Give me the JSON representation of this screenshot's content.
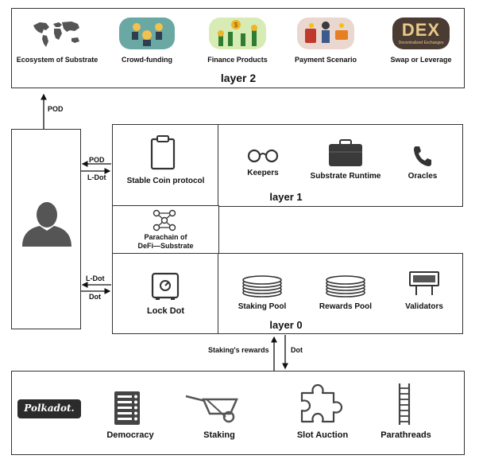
{
  "layer2": {
    "title": "layer 2",
    "items": [
      {
        "label": "Ecosystem of Substrate",
        "icon": "world-map-icon"
      },
      {
        "label": "Crowd-funding",
        "icon": "crowdfunding-icon"
      },
      {
        "label": "Finance Products",
        "icon": "finance-products-icon"
      },
      {
        "label": "Payment Scenario",
        "icon": "payment-scenario-icon"
      },
      {
        "label": "Swap or Leverage",
        "icon": "dex-logo-icon",
        "logo_text": "DEX",
        "logo_subtext": "Decentralized Exchanges"
      }
    ]
  },
  "user": {
    "icon": "user-avatar-icon"
  },
  "arrows": {
    "pod_up": "POD",
    "pod_left": "POD",
    "ldot_right_top": "L-Dot",
    "ldot_left_bottom": "L-Dot",
    "dot_right_bottom": "Dot",
    "staking_rewards": "Staking's rewards",
    "dot_down": "Dot"
  },
  "layer1": {
    "title": "layer 1",
    "stable_coin": {
      "label": "Stable Coin protocol",
      "icon": "clipboard-icon"
    },
    "items": [
      {
        "label": "Keepers",
        "icon": "glasses-icon"
      },
      {
        "label": "Substrate Runtime",
        "icon": "briefcase-icon"
      },
      {
        "label": "Oracles",
        "icon": "phone-icon"
      }
    ]
  },
  "parachain": {
    "label_line1": "Parachain of",
    "label_line2": "DeFi—Substrate",
    "icon": "network-nodes-icon"
  },
  "layer0": {
    "title": "layer 0",
    "lock": {
      "label": "Lock Dot",
      "icon": "safe-icon"
    },
    "items": [
      {
        "label": "Staking Pool",
        "icon": "coin-stack-icon"
      },
      {
        "label": "Rewards Pool",
        "icon": "coin-stack-icon"
      },
      {
        "label": "Validators",
        "icon": "signboard-icon"
      }
    ]
  },
  "relay": {
    "logo_text": "Polkadot.",
    "items": [
      {
        "label": "Democracy",
        "icon": "ballot-list-icon"
      },
      {
        "label": "Staking",
        "icon": "wheelbarrow-icon"
      },
      {
        "label": "Slot Auction",
        "icon": "puzzle-piece-icon"
      },
      {
        "label": "Parathreads",
        "icon": "ladder-icon"
      }
    ]
  }
}
